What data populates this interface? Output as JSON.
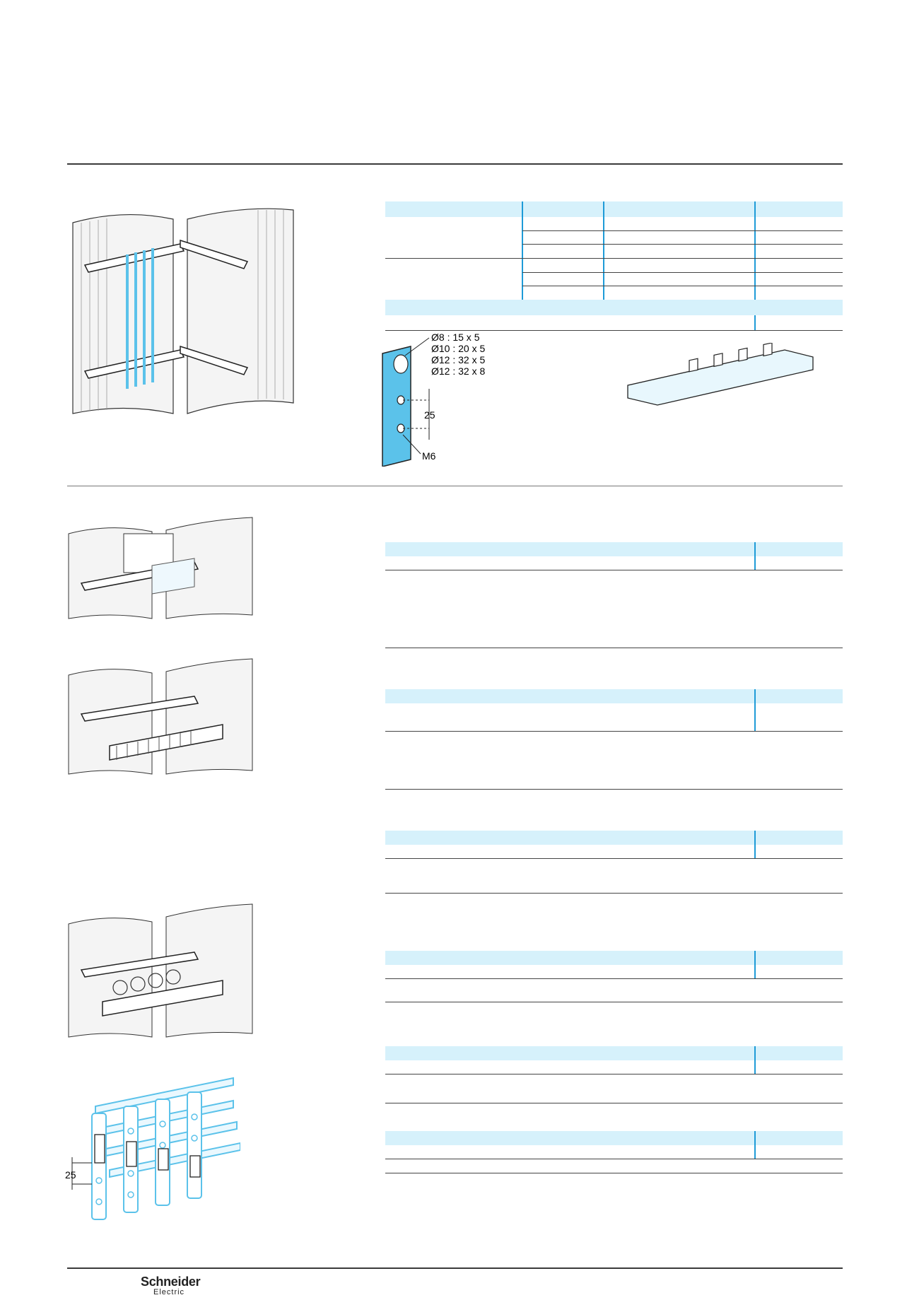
{
  "figure_labels": {
    "hole_sizes": [
      "Ø8 : 15 x 5",
      "Ø10 : 20 x 5",
      "Ø12 : 32 x 5",
      "Ø12 : 32 x 8"
    ],
    "pitch": "25",
    "thread": "M6",
    "bottom_pitch": "25"
  },
  "brand": {
    "line1": "Schneider",
    "line2": "Electric"
  },
  "colors": {
    "table_band": "#d6f1fb",
    "table_divider": "#1e9bd7",
    "copper_bar": "#5bc2ea"
  }
}
